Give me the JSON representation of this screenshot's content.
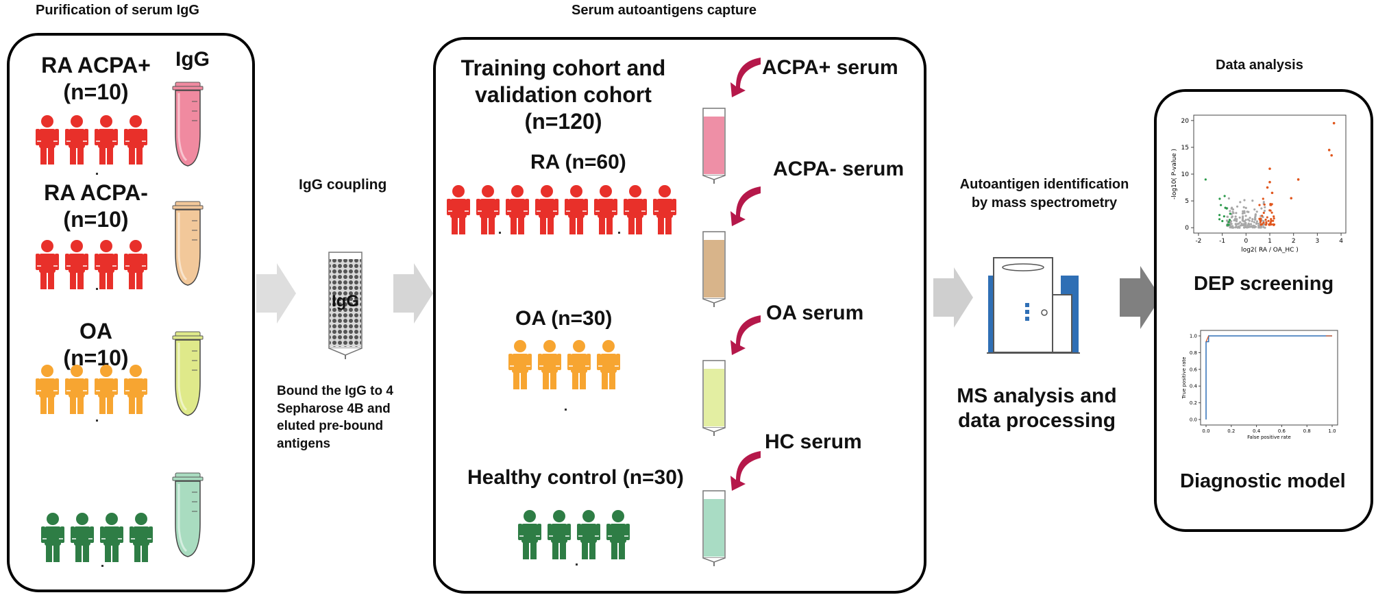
{
  "section_titles": {
    "purification": "Purification of serum IgG",
    "capture": "Serum autoantigens capture",
    "analysis": "Data analysis"
  },
  "purification": {
    "igg_header": "IgG",
    "groups": [
      {
        "label": "RA ACPA+\n(n=10)",
        "color": "#e8302a",
        "tube_color": "#f08aa0"
      },
      {
        "label": "RA ACPA-\n(n=10)",
        "color": "#e8302a",
        "tube_color": "#f2c89a"
      },
      {
        "label": "OA\n(n=10)",
        "color": "#f7a531",
        "tube_color": "#dfe98a"
      },
      {
        "label": "",
        "color": "#2e7d45",
        "tube_color": "#a9dcc0"
      }
    ]
  },
  "coupling": {
    "title": "IgG coupling",
    "column_label": "IgG",
    "description": "Bound the IgG to 4\nSepharose 4B and\neluted pre-bound\nantigens"
  },
  "capture": {
    "cohort_title": "Training cohort and\nvalidation cohort\n(n=120)",
    "groups": [
      {
        "label": "RA (n=60)",
        "color": "#e8302a"
      },
      {
        "label": "OA  (n=30)",
        "color": "#f7a531"
      },
      {
        "label": "Healthy control (n=30)",
        "color": "#2e7d45"
      }
    ],
    "sera": [
      {
        "label": "ACPA+ serum",
        "fill": "#ee8fa6"
      },
      {
        "label": "ACPA- serum",
        "fill": "#d8b48a"
      },
      {
        "label": "OA serum",
        "fill": "#e3eea2"
      },
      {
        "label": "HC serum",
        "fill": "#a9dcc4"
      }
    ]
  },
  "ms": {
    "title": "Autoantigen identification\nby mass spectrometry",
    "label": "MS analysis and\ndata processing"
  },
  "analysis": {
    "dep_label": "DEP screening",
    "model_label": "Diagnostic model",
    "volcano": {
      "xlabel": "log2( RA / OA_HC )",
      "ylabel": "-log10( P-value )",
      "xticks": [
        "-2",
        "-1",
        "0",
        "1",
        "2",
        "3",
        "4"
      ],
      "yticks": [
        "0",
        "5",
        "10",
        "15",
        "20"
      ]
    },
    "roc": {
      "xlabel": "False positive rate",
      "ylabel": "True positive rate",
      "xticks": [
        "0.0",
        "0.2",
        "0.4",
        "0.6",
        "0.8",
        "1.0"
      ],
      "yticks": [
        "0.0",
        "0.2",
        "0.4",
        "0.6",
        "0.8",
        "1.0"
      ]
    }
  },
  "colors": {
    "arrow": "#d9d9d9",
    "arrow_dark": "#7f7f7f",
    "curved_arrow": "#b5184a",
    "ms_blue": "#2f6fb5",
    "volcano_up": "#e0561d",
    "volcano_down": "#2a9a4a",
    "volcano_ns": "#a8a8a8"
  }
}
